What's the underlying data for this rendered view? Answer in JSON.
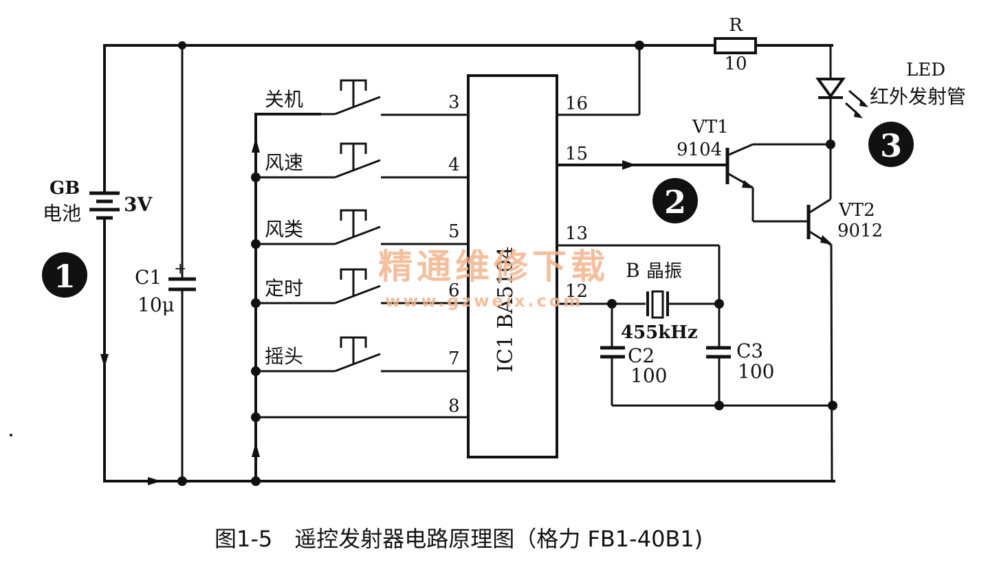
{
  "diagram": {
    "caption": "图1-5　遥控发射器电路原理图（格力 FB1-40B1)",
    "watermark": {
      "title": "精通维修下载",
      "url": "www.gzweix.com",
      "color": "#f3b48d"
    },
    "battery": {
      "ref": "GB",
      "name": "电池",
      "voltage": "3V"
    },
    "capacitor_c1": {
      "ref": "C1",
      "value": "10μ",
      "polarity": "+"
    },
    "switches": [
      {
        "label": "关机",
        "pin": "3"
      },
      {
        "label": "风速",
        "pin": "4"
      },
      {
        "label": "风类",
        "pin": "5"
      },
      {
        "label": "定时",
        "pin": "6"
      },
      {
        "label": "摇头",
        "pin": "7"
      }
    ],
    "ground_pin": "8",
    "ic": {
      "label": "IC1 BA5104"
    },
    "ic_right_pins": {
      "p16": "16",
      "p15": "15",
      "p13": "13",
      "p12": "12"
    },
    "resistor": {
      "ref": "R",
      "value": "10"
    },
    "led": {
      "ref": "LED",
      "name": "红外发射管"
    },
    "vt1": {
      "ref": "VT1",
      "part": "9104"
    },
    "vt2": {
      "ref": "VT2",
      "part": "9012"
    },
    "crystal": {
      "ref": "B",
      "name": "晶振",
      "freq": "455kHz"
    },
    "c2": {
      "ref": "C2",
      "value": "100"
    },
    "c3": {
      "ref": "C3",
      "value": "100"
    },
    "badges": [
      "1",
      "2",
      "3"
    ]
  }
}
